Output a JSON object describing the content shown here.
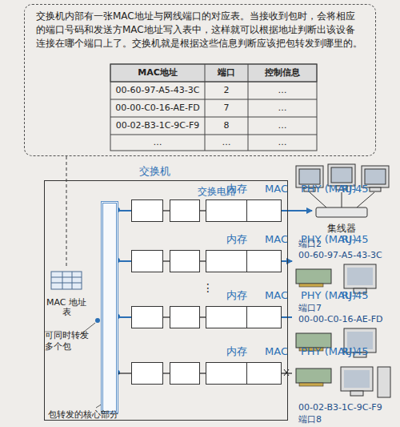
{
  "diagram": {
    "nodes": [
      {
        "text": [
          "交换机内部有一张MAC地址与网线端口的对应表。当接收到包时，会将相应的端口号码和发送方MAC地址写入表中，这样就可以根据地址判断出该设备连接在哪个端口上了。交换机就是根据这些信息判断应该把包转发到哪里的。"
        ]
      },
      {
        "text": [
          "交换机"
        ]
      },
      {
        "text": [
          "交换电路"
        ],
        "in": 1
      },
      {
        "text": [
          "内存"
        ],
        "in": 1
      },
      {
        "text": [
          "MAC"
        ],
        "in": 1
      },
      {
        "text": [
          "PHY (MAU)"
        ],
        "in": 1
      },
      {
        "text": [
          "RJ-45"
        ],
        "in": 1
      },
      {
        "text": [
          "内存"
        ],
        "in": 1
      },
      {
        "text": [
          "MAC"
        ],
        "in": 1
      },
      {
        "text": [
          "PHY (MAU)"
        ],
        "in": 1
      },
      {
        "text": [
          "RJ-45"
        ],
        "in": 1
      },
      {
        "text": [
          "内存"
        ],
        "in": 1
      },
      {
        "text": [
          "MAC"
        ],
        "in": 1
      },
      {
        "text": [
          "PHY (MAU)"
        ],
        "in": 1
      },
      {
        "text": [
          "RJ-45"
        ],
        "in": 1
      },
      {
        "text": [
          "内存"
        ],
        "in": 1
      },
      {
        "text": [
          "MAC"
        ],
        "in": 1
      },
      {
        "text": [
          "PHY (MAU)"
        ],
        "in": 1
      },
      {
        "text": [
          "RJ-45"
        ],
        "in": 1
      },
      {
        "text": [
          "集线器"
        ]
      },
      {
        "text": [
          "MAC 地址表"
        ]
      },
      {
        "text": [
          "端口2",
          "00-60-97-A5-43-3C"
        ]
      },
      {
        "text": [
          "端口7",
          "00-00-C0-16-AE-FD"
        ]
      },
      {
        "text": [
          "00-02-B3-1C-9C-F9",
          "端口8"
        ]
      }
    ],
    "edges": [
      {
        "from": 0,
        "to": 20,
        "arrow": "none"
      },
      {
        "from": 2,
        "to": 3,
        "arrow": "none"
      },
      {
        "from": 3,
        "to": 4,
        "arrow": "none"
      },
      {
        "from": 4,
        "to": 5,
        "arrow": "none"
      },
      {
        "from": 5,
        "to": 6,
        "arrow": "none"
      },
      {
        "from": 6,
        "to": 19,
        "arrow": "to"
      },
      {
        "from": 2,
        "to": 7,
        "arrow": "none"
      },
      {
        "from": 7,
        "to": 8,
        "arrow": "none"
      },
      {
        "from": 8,
        "to": 9,
        "arrow": "none"
      },
      {
        "from": 9,
        "to": 10,
        "arrow": "none"
      },
      {
        "from": 10,
        "to": 21,
        "arrow": "to"
      },
      {
        "from": 2,
        "to": 11,
        "arrow": "none"
      },
      {
        "from": 11,
        "to": 12,
        "arrow": "none"
      },
      {
        "from": 12,
        "to": 13,
        "arrow": "none"
      },
      {
        "from": 13,
        "to": 14,
        "arrow": "none"
      },
      {
        "from": 14,
        "to": 22,
        "arrow": "none"
      },
      {
        "from": 2,
        "to": 15,
        "arrow": "none"
      },
      {
        "from": 15,
        "to": 16,
        "arrow": "none"
      },
      {
        "from": 16,
        "to": 17,
        "arrow": "none"
      },
      {
        "from": 17,
        "to": 18,
        "arrow": "none"
      },
      {
        "from": 18,
        "to": 23,
        "arrow": "none"
      }
    ],
    "labels": [
      "MAC地址",
      "端口",
      "控制信息",
      "00-60-97-A5-43-3C",
      "2",
      "…",
      "00-00-C0-16-AE-FD",
      "7",
      "…",
      "00-02-B3-1C-9C-F9",
      "8",
      "…",
      "…",
      "…",
      "…",
      "⋮",
      "可同时转发多个包",
      "包转发的核心部分"
    ]
  }
}
